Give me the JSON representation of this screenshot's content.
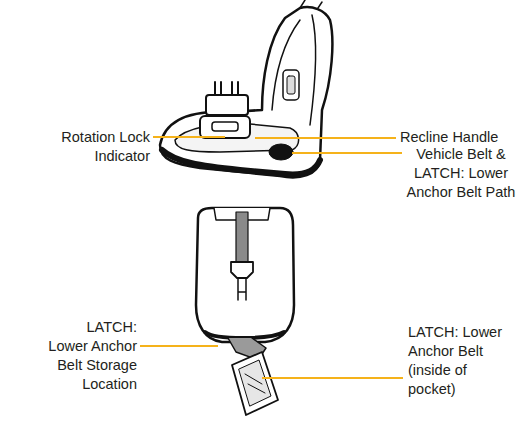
{
  "diagram": {
    "labels": [
      "Rotation Lock Indicator",
      "Recline Handle",
      "Vehicle Belt & LATCH: Lower Anchor Belt Path",
      "LATCH: Lower Anchor Belt Storage Location",
      "LATCH: Lower Anchor Belt (inside of pocket)"
    ]
  }
}
